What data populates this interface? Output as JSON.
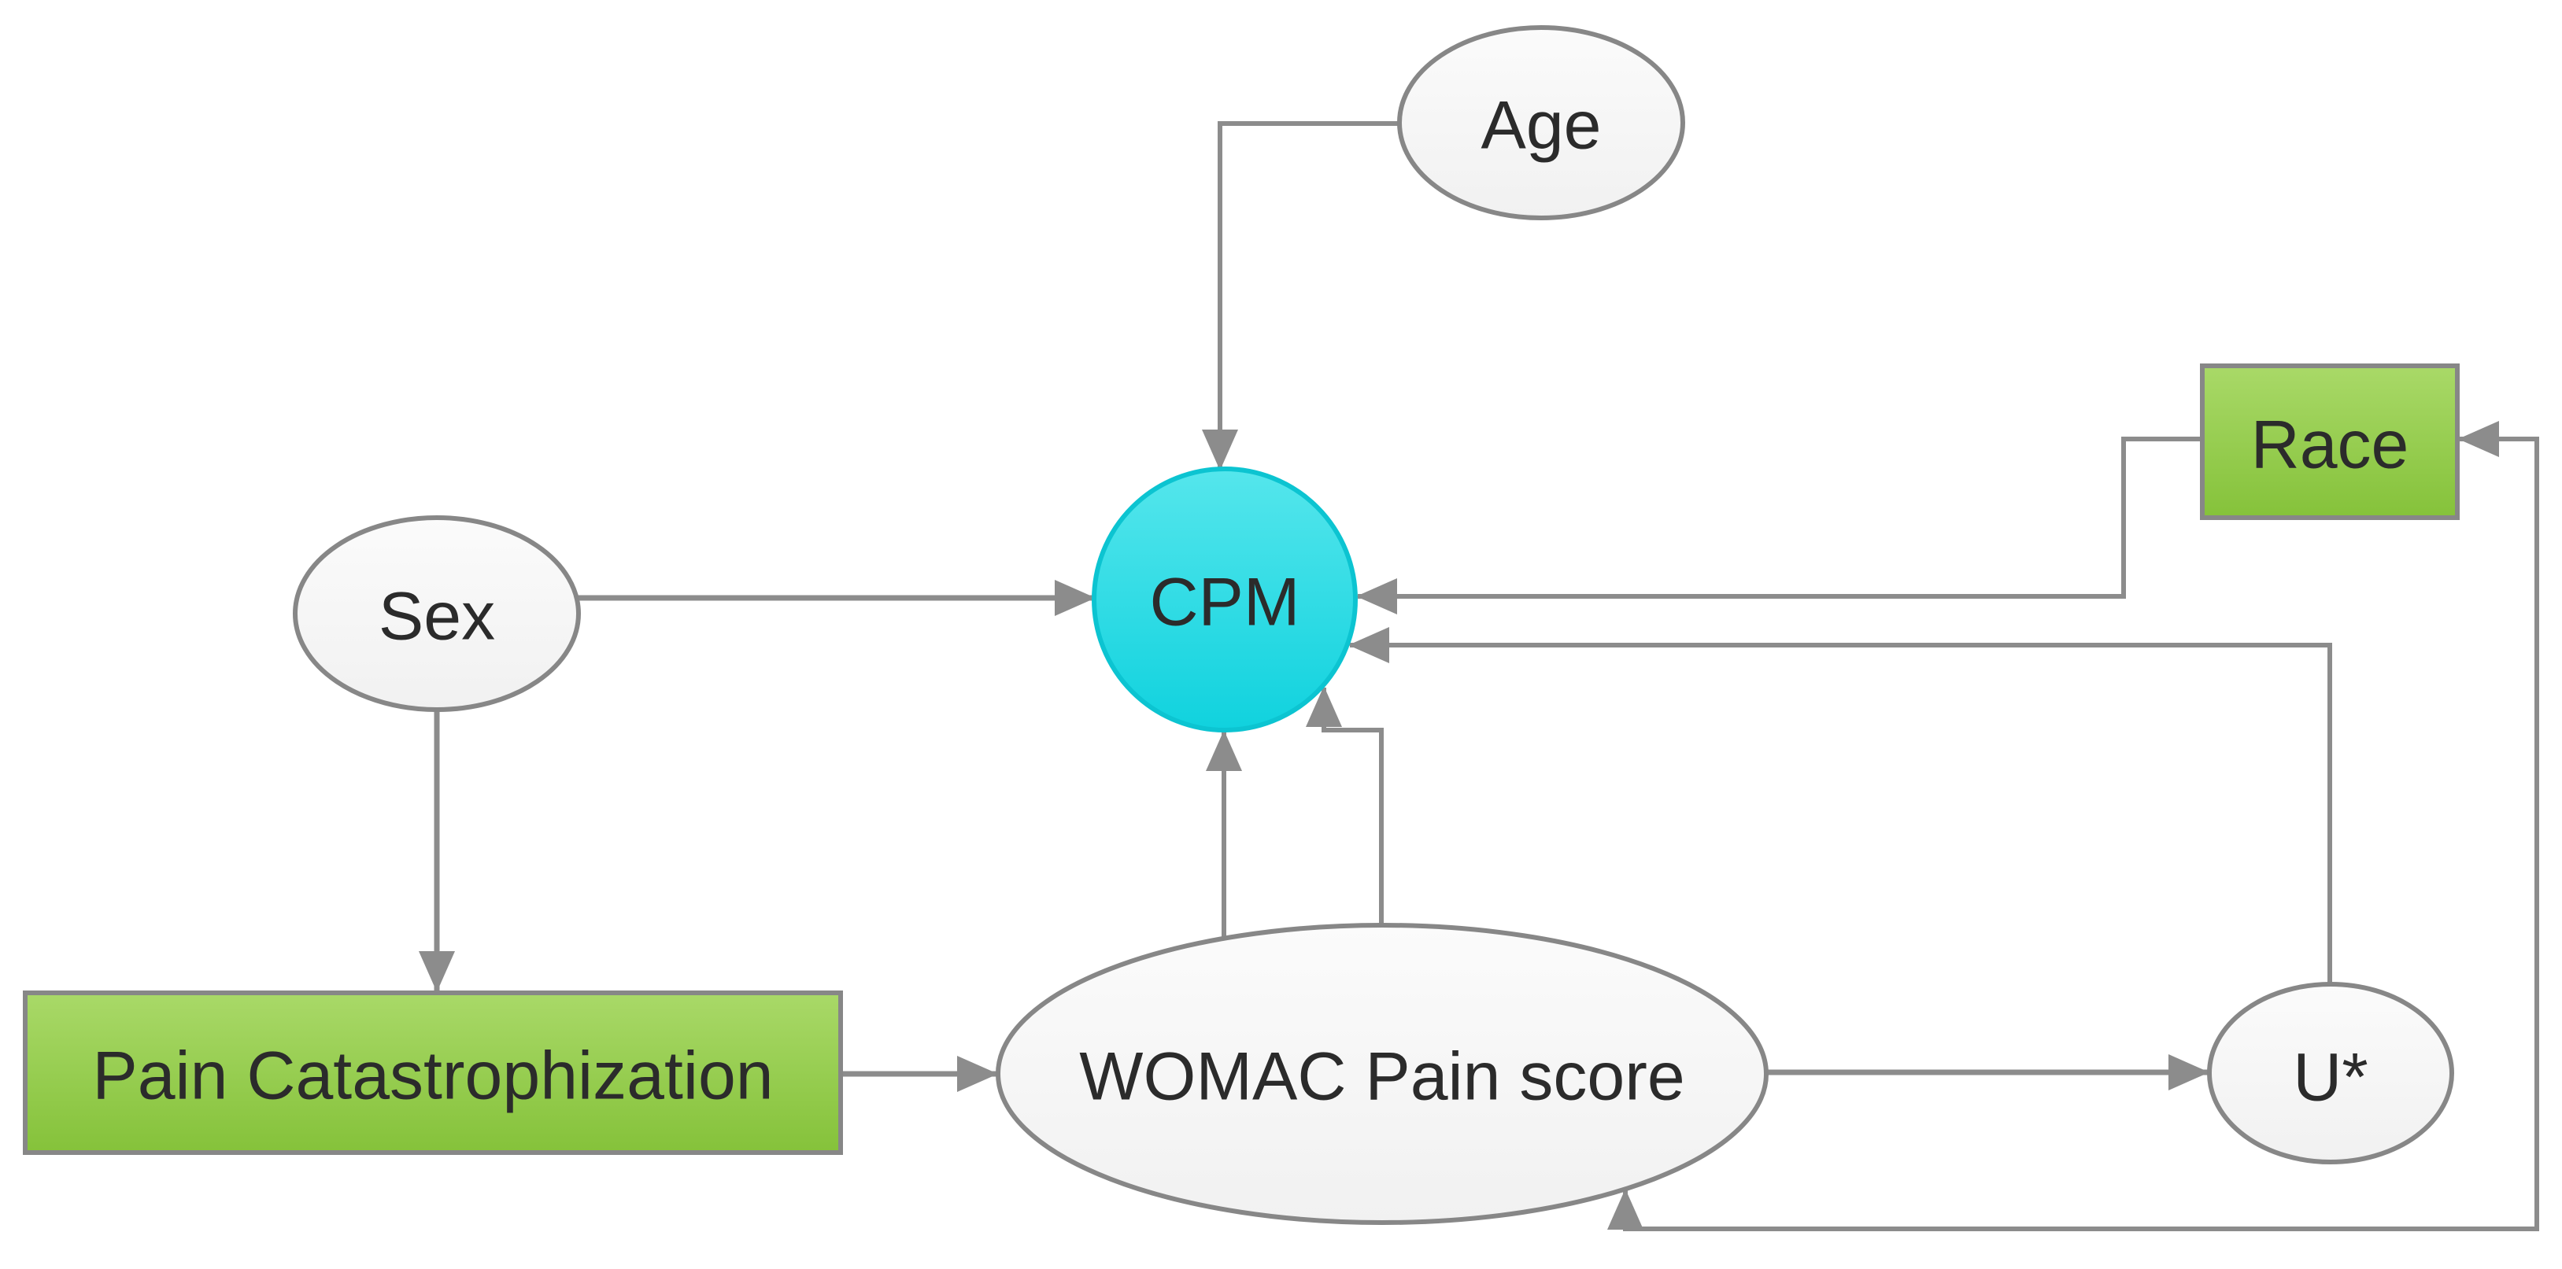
{
  "diagram": {
    "kind": "causal-dag",
    "nodes": [
      {
        "id": "age",
        "label": "Age",
        "shape": "ellipse",
        "style": "light"
      },
      {
        "id": "sex",
        "label": "Sex",
        "shape": "ellipse",
        "style": "light"
      },
      {
        "id": "cpm",
        "label": "CPM",
        "shape": "circle",
        "style": "cyan"
      },
      {
        "id": "race",
        "label": "Race",
        "shape": "rectangle",
        "style": "green"
      },
      {
        "id": "pain_catastrophization",
        "label": "Pain Catastrophization",
        "shape": "rectangle",
        "style": "green"
      },
      {
        "id": "womac",
        "label": "WOMAC Pain score",
        "shape": "ellipse",
        "style": "light"
      },
      {
        "id": "u_star",
        "label": "U*",
        "shape": "ellipse",
        "style": "light"
      }
    ],
    "edges": [
      {
        "from": "Age",
        "to": "CPM",
        "type": "directed"
      },
      {
        "from": "Sex",
        "to": "CPM",
        "type": "directed"
      },
      {
        "from": "Sex",
        "to": "Pain Catastrophization",
        "type": "directed"
      },
      {
        "from": "Pain Catastrophization",
        "to": "WOMAC Pain score",
        "type": "directed"
      },
      {
        "from": "WOMAC Pain score",
        "to": "CPM",
        "type": "directed",
        "route": "vertical"
      },
      {
        "from": "WOMAC Pain score",
        "to": "CPM",
        "type": "directed",
        "route": "stepped"
      },
      {
        "from": "Race",
        "to": "CPM",
        "type": "directed",
        "route": "orthogonal"
      },
      {
        "from": "U*",
        "to": "CPM",
        "type": "directed",
        "route": "orthogonal"
      },
      {
        "from": "WOMAC Pain score",
        "to": "U*",
        "type": "directed"
      },
      {
        "from": "WOMAC Pain score",
        "to": "Race",
        "type": "bidirected",
        "route": "around-right-bottom"
      }
    ],
    "colors": {
      "background": "#ffffff",
      "edge_gray": "#8c8c8c",
      "node_stroke_gray": "#878787",
      "light_node_fill_top": "#fbfbfb",
      "light_node_fill_bottom": "#f1f1f1",
      "green_fill_top": "#a9d968",
      "green_fill_bottom": "#85c23a",
      "cpm_fill_top": "#55e6ec",
      "cpm_fill_bottom": "#10d2de",
      "cpm_stroke": "#0cc4d1",
      "text_color": "#2b2b2b"
    }
  }
}
